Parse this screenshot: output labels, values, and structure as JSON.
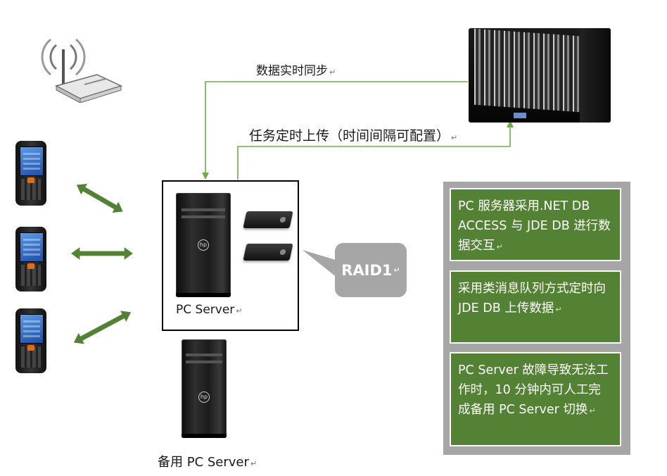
{
  "labels": {
    "sync": "数据实时同步",
    "upload": "任务定时上传（时间间隔可配置）",
    "pc_server": "PC Server",
    "backup_pc_server": "备用 PC Server",
    "raid": "RAID1",
    "return_mark": "↵"
  },
  "notes": [
    {
      "text": "PC 服务器采用.NET DB ACCESS  与 JDE DB 进行数据交互"
    },
    {
      "text": "采用类消息队列方式定时向 JDE DB 上传数据"
    },
    {
      "text": "PC Server  故障导致无法工作时，10 分钟内可人工完成备用 PC Server 切换"
    }
  ],
  "icons": {
    "router": "wifi-router-icon",
    "handheld": "handheld-terminal-icon",
    "tower": "pc-tower-icon",
    "drive": "raid-drive-icon",
    "blade": "blade-server-icon"
  },
  "colors": {
    "connector_line": "#70ad47",
    "double_arrow": "#548235",
    "note_fill": "#548235",
    "panel_fill": "#a6a6a6",
    "callout_fill": "#a6a6a6"
  }
}
